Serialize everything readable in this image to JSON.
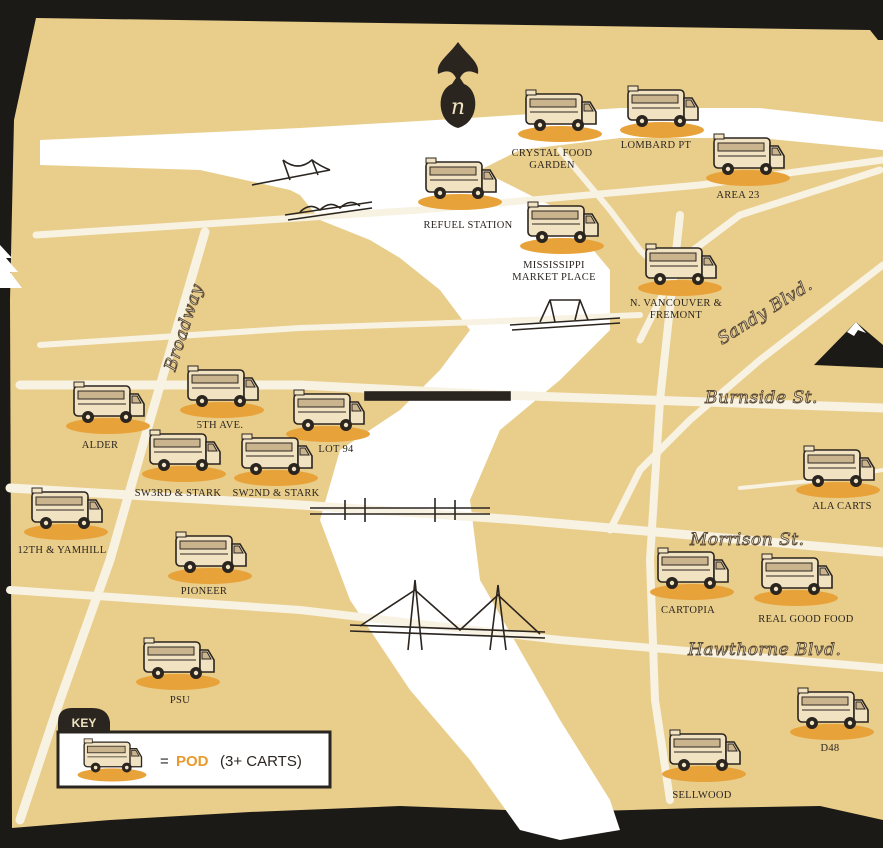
{
  "map": {
    "north_letter": "n",
    "streets": [
      "Broadway",
      "Sandy Blvd.",
      "Burnside St.",
      "Morrison St.",
      "Hawthorne Blvd."
    ],
    "pods": [
      "CRYSTAL FOOD|GARDEN",
      "LOMBARD PT",
      "AREA 23",
      "REFUEL STATION",
      "MISSISSIPPI|MARKET PLACE",
      "N. VANCOUVER &|FREMONT",
      "5TH AVE.",
      "ALDER",
      "LOT 94",
      "SW3RD & STARK",
      "SW2ND & STARK",
      "12TH & YAMHILL",
      "PIONEER",
      "PSU",
      "ALA CARTS",
      "CARTOPIA",
      "REAL GOOD FOOD",
      "D48",
      "SELLWOOD"
    ],
    "key": {
      "title": "KEY",
      "equals": "=",
      "pod_word": "POD",
      "pod_desc": "(3+ CARTS)"
    }
  },
  "colors": {
    "land": "#e9cd8a",
    "river": "#ffffff",
    "road": "#f8f2e2",
    "shadow": "#e8a23a",
    "truck_body": "#f1e3c2",
    "ink": "#2b2520",
    "accent": "#e89a2c",
    "frame": "#1c1a17"
  }
}
